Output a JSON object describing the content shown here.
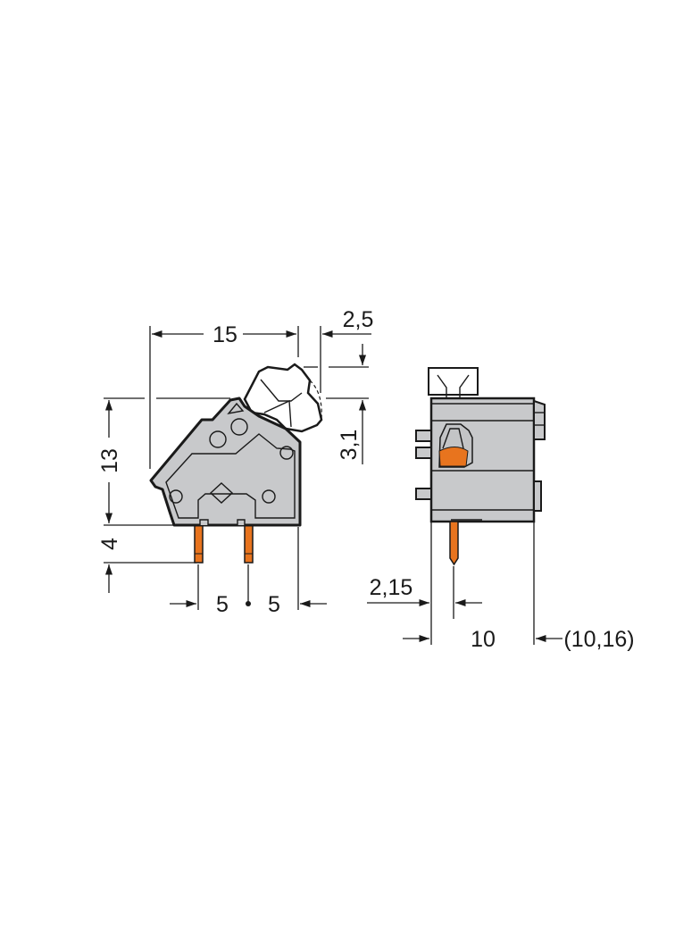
{
  "colors": {
    "housing": "#c8c9cb",
    "housing_dark": "#b9babc",
    "pin": "#e8741e",
    "actuator": "#ffffff",
    "line": "#1a1a1a",
    "background": "#ffffff"
  },
  "left_view": {
    "dimensions": {
      "width_top": "15",
      "actuator_offset": "2,5",
      "height": "13",
      "pin_length": "4",
      "actuator_height": "3,1",
      "pitch_left": "5",
      "pitch_right": "5"
    }
  },
  "right_view": {
    "dimensions": {
      "pin_offset": "2,15",
      "width": "10",
      "width_alt": "(10,16)"
    }
  }
}
